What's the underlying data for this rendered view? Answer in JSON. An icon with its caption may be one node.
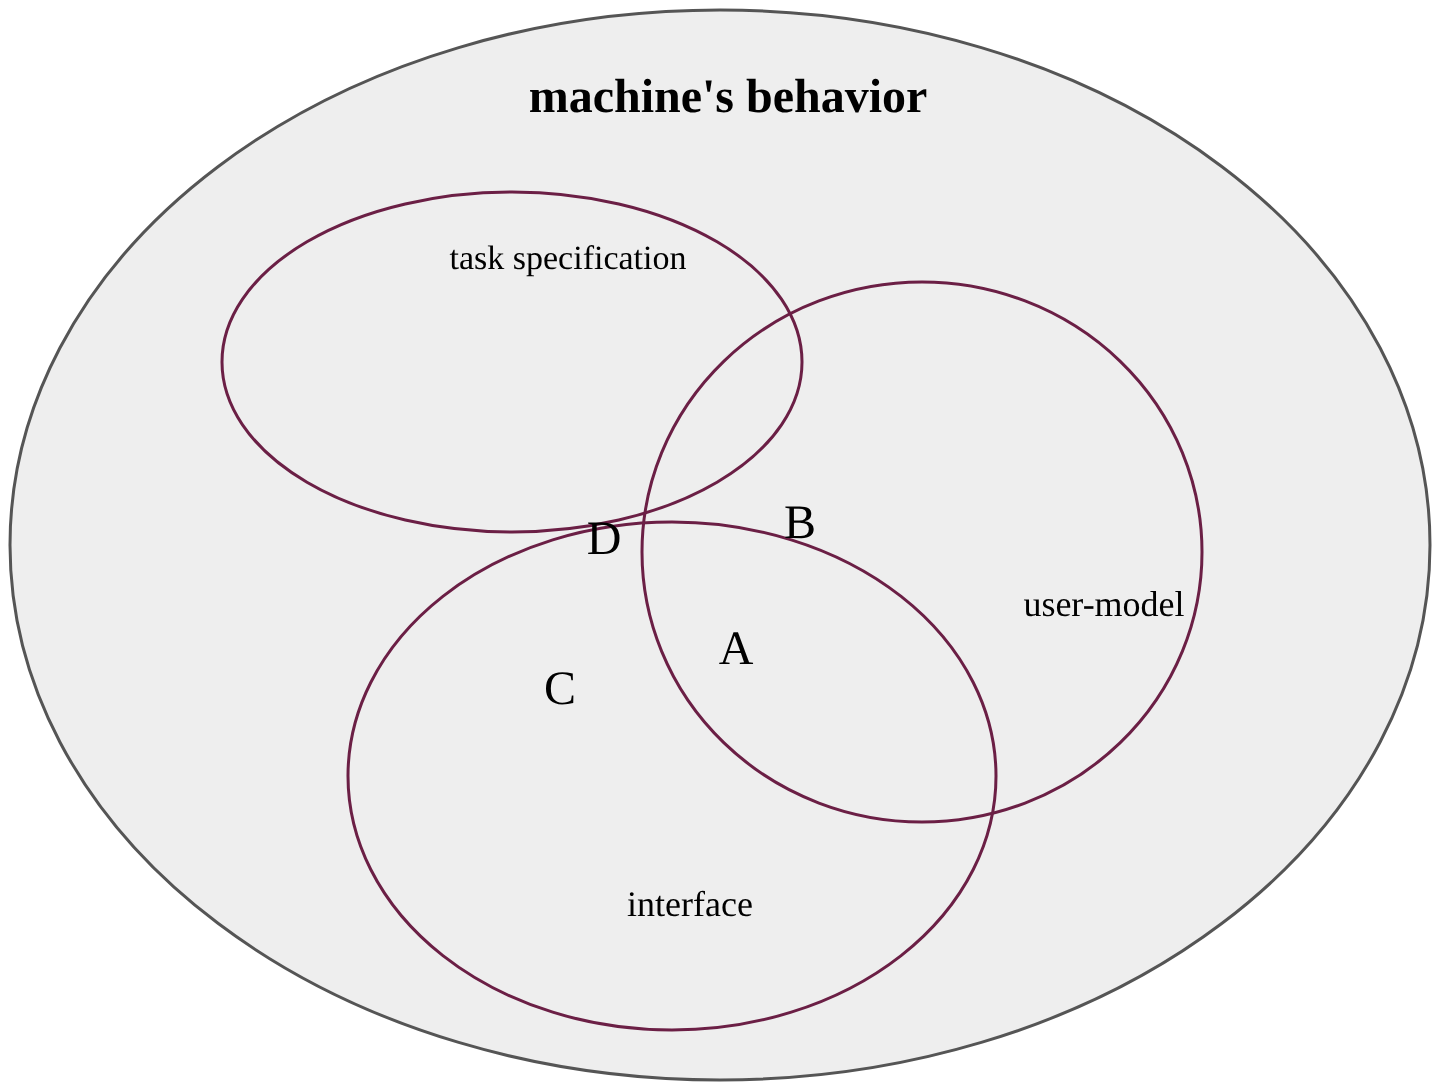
{
  "diagram": {
    "nodes": [
      {
        "text": [
          "machine's behavior"
        ]
      },
      {
        "text": [
          "task specification"
        ],
        "in": 0
      },
      {
        "text": [
          "user-model"
        ],
        "in": 0
      },
      {
        "text": [
          "interface"
        ],
        "in": 0
      }
    ],
    "labels": [
      "D",
      "B",
      "C",
      "A"
    ]
  }
}
